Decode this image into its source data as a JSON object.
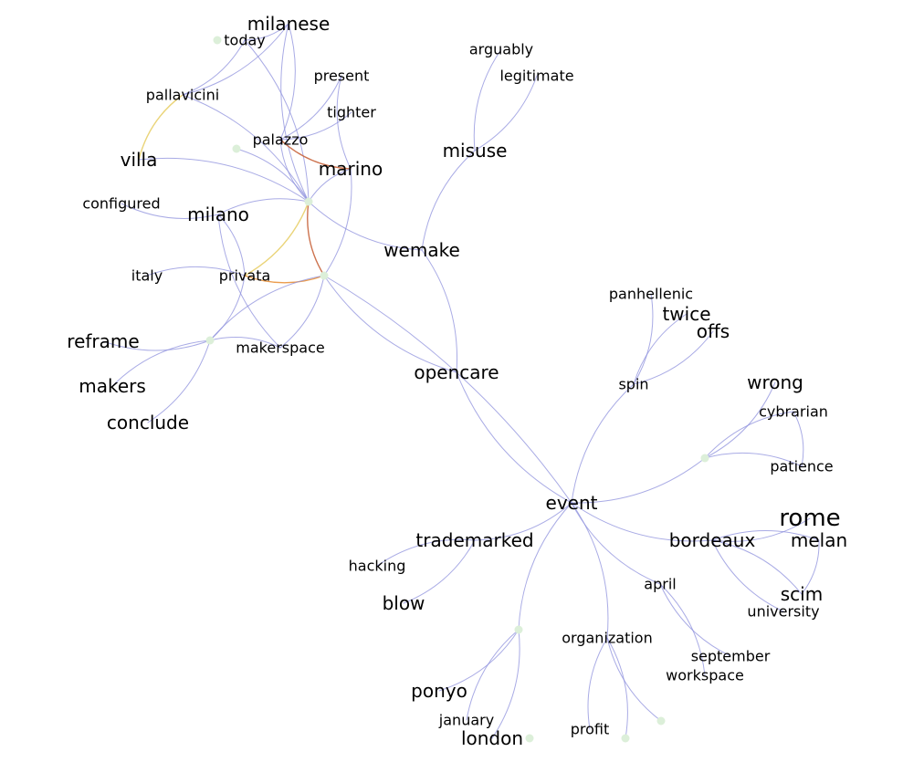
{
  "colors": {
    "edge_default": "#8c8fdc",
    "edge_yellow": "#e8cf6a",
    "edge_red": "#c8643c",
    "edge_orange": "#e9913a",
    "node": "#dcefd9",
    "text": "#000000"
  },
  "nodes": [
    {
      "id": "milanese",
      "label": "milanese"
    },
    {
      "id": "today",
      "label": "today"
    },
    {
      "id": "pallavicini",
      "label": "pallavicini"
    },
    {
      "id": "villa",
      "label": "villa"
    },
    {
      "id": "present",
      "label": "present"
    },
    {
      "id": "tighter",
      "label": "tighter"
    },
    {
      "id": "palazzo",
      "label": "palazzo"
    },
    {
      "id": "marino",
      "label": "marino"
    },
    {
      "id": "configured",
      "label": "configured"
    },
    {
      "id": "milano",
      "label": "milano"
    },
    {
      "id": "italy",
      "label": "italy"
    },
    {
      "id": "privata",
      "label": "privata"
    },
    {
      "id": "reframe",
      "label": "reframe"
    },
    {
      "id": "makerspace",
      "label": "makerspace"
    },
    {
      "id": "makers",
      "label": "makers"
    },
    {
      "id": "conclude",
      "label": "conclude"
    },
    {
      "id": "arguably",
      "label": "arguably"
    },
    {
      "id": "legitimate",
      "label": "legitimate"
    },
    {
      "id": "misuse",
      "label": "misuse"
    },
    {
      "id": "wemake",
      "label": "wemake"
    },
    {
      "id": "opencare",
      "label": "opencare"
    },
    {
      "id": "panhellenic",
      "label": "panhellenic"
    },
    {
      "id": "twice",
      "label": "twice"
    },
    {
      "id": "offs",
      "label": "offs"
    },
    {
      "id": "spin",
      "label": "spin"
    },
    {
      "id": "wrong",
      "label": "wrong"
    },
    {
      "id": "cybrarian",
      "label": "cybrarian"
    },
    {
      "id": "patience",
      "label": "patience"
    },
    {
      "id": "event",
      "label": "event"
    },
    {
      "id": "rome",
      "label": "rome"
    },
    {
      "id": "bordeaux",
      "label": "bordeaux"
    },
    {
      "id": "melan",
      "label": "melan"
    },
    {
      "id": "trademarked",
      "label": "trademarked"
    },
    {
      "id": "hacking",
      "label": "hacking"
    },
    {
      "id": "blow",
      "label": "blow"
    },
    {
      "id": "april",
      "label": "april"
    },
    {
      "id": "scim",
      "label": "scim"
    },
    {
      "id": "university",
      "label": "university"
    },
    {
      "id": "organization",
      "label": "organization"
    },
    {
      "id": "september",
      "label": "september"
    },
    {
      "id": "workspace",
      "label": "workspace"
    },
    {
      "id": "ponyo",
      "label": "ponyo"
    },
    {
      "id": "january",
      "label": "january"
    },
    {
      "id": "london",
      "label": "london"
    },
    {
      "id": "profit",
      "label": "profit"
    },
    {
      "id": "hub_a",
      "label": ""
    },
    {
      "id": "hub_b",
      "label": ""
    },
    {
      "id": "hub_c",
      "label": ""
    },
    {
      "id": "hub_d",
      "label": ""
    },
    {
      "id": "hub_e",
      "label": ""
    },
    {
      "id": "hub_f",
      "label": ""
    },
    {
      "id": "hub_g",
      "label": ""
    },
    {
      "id": "hub_h",
      "label": ""
    }
  ],
  "edges": [
    {
      "source": "today",
      "target": "pallavicini",
      "color": "edge_default"
    },
    {
      "source": "today",
      "target": "milanese",
      "color": "edge_default"
    },
    {
      "source": "today",
      "target": "hub_b",
      "color": "edge_default"
    },
    {
      "source": "pallavicini",
      "target": "villa",
      "color": "edge_yellow"
    },
    {
      "source": "pallavicini",
      "target": "hub_b",
      "color": "edge_default"
    },
    {
      "source": "pallavicini",
      "target": "milanese",
      "color": "edge_default"
    },
    {
      "source": "milanese",
      "target": "palazzo",
      "color": "edge_default"
    },
    {
      "source": "milanese",
      "target": "hub_b",
      "color": "edge_default"
    },
    {
      "source": "present",
      "target": "palazzo",
      "color": "edge_default"
    },
    {
      "source": "present",
      "target": "marino",
      "color": "edge_default"
    },
    {
      "source": "tighter",
      "target": "palazzo",
      "color": "edge_default"
    },
    {
      "source": "palazzo",
      "target": "marino",
      "color": "edge_red"
    },
    {
      "source": "hub_a",
      "target": "hub_b",
      "color": "edge_default"
    },
    {
      "source": "palazzo",
      "target": "hub_b",
      "color": "edge_default"
    },
    {
      "source": "villa",
      "target": "hub_b",
      "color": "edge_default"
    },
    {
      "source": "configured",
      "target": "milano",
      "color": "edge_default"
    },
    {
      "source": "milano",
      "target": "hub_b",
      "color": "edge_default"
    },
    {
      "source": "milano",
      "target": "makerspace",
      "color": "edge_default"
    },
    {
      "source": "milano",
      "target": "privata",
      "color": "edge_default"
    },
    {
      "source": "marino",
      "target": "hub_b",
      "color": "edge_default"
    },
    {
      "source": "marino",
      "target": "hub_c",
      "color": "edge_default"
    },
    {
      "source": "hub_b",
      "target": "hub_c",
      "color": "edge_red"
    },
    {
      "source": "hub_b",
      "target": "privata",
      "color": "edge_yellow"
    },
    {
      "source": "hub_b",
      "target": "wemake",
      "color": "edge_default"
    },
    {
      "source": "italy",
      "target": "privata",
      "color": "edge_default"
    },
    {
      "source": "privata",
      "target": "hub_c",
      "color": "edge_orange"
    },
    {
      "source": "privata",
      "target": "hub_d",
      "color": "edge_default"
    },
    {
      "source": "hub_c",
      "target": "hub_d",
      "color": "edge_default"
    },
    {
      "source": "hub_c",
      "target": "makerspace",
      "color": "edge_default"
    },
    {
      "source": "hub_c",
      "target": "opencare",
      "color": "edge_default"
    },
    {
      "source": "hub_c",
      "target": "event",
      "color": "edge_default"
    },
    {
      "source": "reframe",
      "target": "hub_d",
      "color": "edge_default"
    },
    {
      "source": "makers",
      "target": "hub_d",
      "color": "edge_default"
    },
    {
      "source": "conclude",
      "target": "hub_d",
      "color": "edge_default"
    },
    {
      "source": "hub_d",
      "target": "makerspace",
      "color": "edge_default"
    },
    {
      "source": "arguably",
      "target": "misuse",
      "color": "edge_default"
    },
    {
      "source": "legitimate",
      "target": "misuse",
      "color": "edge_default"
    },
    {
      "source": "misuse",
      "target": "wemake",
      "color": "edge_default"
    },
    {
      "source": "wemake",
      "target": "opencare",
      "color": "edge_default"
    },
    {
      "source": "opencare",
      "target": "event",
      "color": "edge_default"
    },
    {
      "source": "panhellenic",
      "target": "spin",
      "color": "edge_default"
    },
    {
      "source": "twice",
      "target": "spin",
      "color": "edge_default"
    },
    {
      "source": "offs",
      "target": "spin",
      "color": "edge_default"
    },
    {
      "source": "spin",
      "target": "event",
      "color": "edge_default"
    },
    {
      "source": "wrong",
      "target": "hub_e",
      "color": "edge_default"
    },
    {
      "source": "cybrarian",
      "target": "hub_e",
      "color": "edge_default"
    },
    {
      "source": "cybrarian",
      "target": "patience",
      "color": "edge_default"
    },
    {
      "source": "patience",
      "target": "hub_e",
      "color": "edge_default"
    },
    {
      "source": "hub_e",
      "target": "event",
      "color": "edge_default"
    },
    {
      "source": "event",
      "target": "bordeaux",
      "color": "edge_default"
    },
    {
      "source": "event",
      "target": "trademarked",
      "color": "edge_default"
    },
    {
      "source": "event",
      "target": "april",
      "color": "edge_default"
    },
    {
      "source": "event",
      "target": "organization",
      "color": "edge_default"
    },
    {
      "source": "event",
      "target": "hub_f",
      "color": "edge_default"
    },
    {
      "source": "bordeaux",
      "target": "melan",
      "color": "edge_default"
    },
    {
      "source": "bordeaux",
      "target": "rome",
      "color": "edge_default"
    },
    {
      "source": "bordeaux",
      "target": "scim",
      "color": "edge_default"
    },
    {
      "source": "bordeaux",
      "target": "university",
      "color": "edge_default"
    },
    {
      "source": "melan",
      "target": "scim",
      "color": "edge_default"
    },
    {
      "source": "trademarked",
      "target": "hacking",
      "color": "edge_default"
    },
    {
      "source": "trademarked",
      "target": "blow",
      "color": "edge_default"
    },
    {
      "source": "april",
      "target": "september",
      "color": "edge_default"
    },
    {
      "source": "april",
      "target": "workspace",
      "color": "edge_default"
    },
    {
      "source": "organization",
      "target": "profit",
      "color": "edge_default"
    },
    {
      "source": "organization",
      "target": "hub_g",
      "color": "edge_default"
    },
    {
      "source": "organization",
      "target": "hub_h",
      "color": "edge_default"
    },
    {
      "source": "hub_f",
      "target": "ponyo",
      "color": "edge_default"
    },
    {
      "source": "hub_f",
      "target": "january",
      "color": "edge_default"
    },
    {
      "source": "hub_f",
      "target": "london",
      "color": "edge_default"
    }
  ]
}
